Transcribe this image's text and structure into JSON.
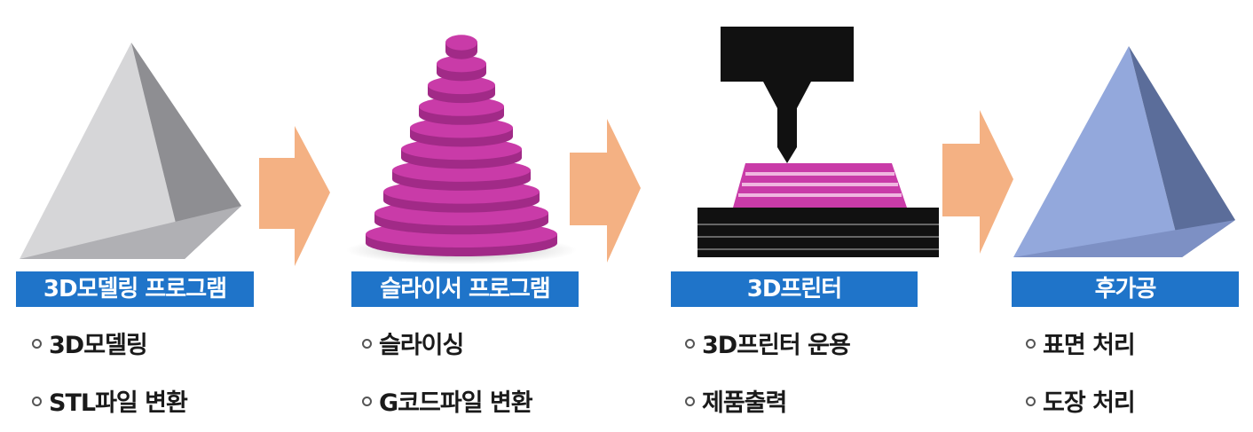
{
  "steps": [
    {
      "title": "3D모델링 프로그램",
      "bullets": [
        "3D모델링",
        "STL파일 변환"
      ],
      "color": "#1f74c9"
    },
    {
      "title": "슬라이서 프로그램",
      "bullets": [
        "슬라이싱",
        "G코드파일 변환"
      ],
      "color": "#1f74c9"
    },
    {
      "title": "3D프린터",
      "bullets": [
        "3D프린터 운용",
        "제품출력"
      ],
      "color": "#1f74c9"
    },
    {
      "title": "후가공",
      "bullets": [
        "표면 처리",
        "도장 처리"
      ],
      "color": "#1f74c9"
    }
  ],
  "icons": {
    "step1": "gray-pyramid-icon",
    "step2": "magenta-layered-cone-icon",
    "step3": "3d-printer-nozzle-icon",
    "step4": "blue-pyramid-icon",
    "arrow": "orange-right-arrow-icon"
  },
  "colors": {
    "arrow": "#f4b183",
    "magenta": "#c93ba8",
    "label_bg": "#1f74c9"
  }
}
